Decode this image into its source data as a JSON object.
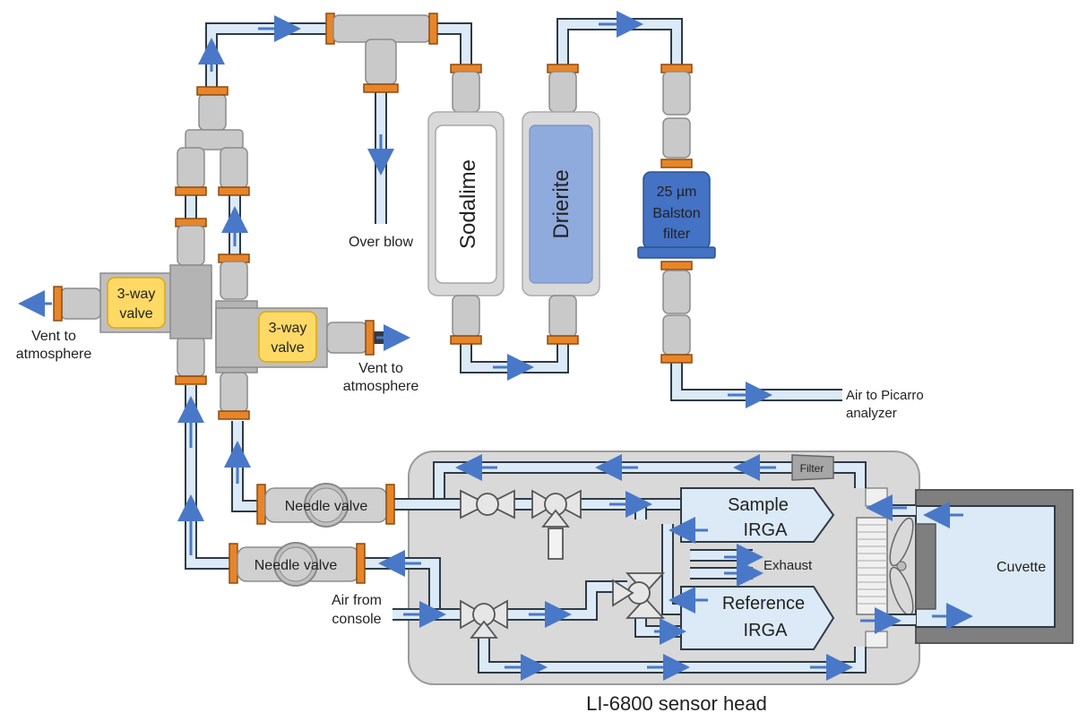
{
  "labels": {
    "over_blow": "Over blow",
    "sodalime": "Sodalime",
    "drierite": "Drierite",
    "filter_line1": "25 µm",
    "filter_line2": "Balston",
    "filter_line3": "filter",
    "valve_left_1": "3-way",
    "valve_left_2": "valve",
    "valve_right_1": "3-way",
    "valve_right_2": "valve",
    "vent_left_1": "Vent to",
    "vent_left_2": "atmosphere",
    "vent_right_1": "Vent to",
    "vent_right_2": "atmosphere",
    "picarro_1": "Air to Picarro",
    "picarro_2": "analyzer",
    "needle_upper": "Needle valve",
    "needle_lower": "Needle valve",
    "air_console_1": "Air from",
    "air_console_2": "console",
    "small_filter": "Filter",
    "sample_1": "Sample",
    "sample_2": "IRGA",
    "reference_1": "Reference",
    "reference_2": "IRGA",
    "exhaust": "Exhaust",
    "cuvette": "Cuvette",
    "sensor_head": "LI-6800 sensor head"
  },
  "colors": {
    "tube_outline": "#2f3a46",
    "tube_fill": "#dbeaf6",
    "fitting": "#c9c9c9",
    "nut": "#e88528",
    "arrow": "#4a78c8",
    "valve_yellow": "#ffd966",
    "drierite": "#8faadc",
    "balston": "#4472c4",
    "sensor_body": "#d9d9d9"
  }
}
